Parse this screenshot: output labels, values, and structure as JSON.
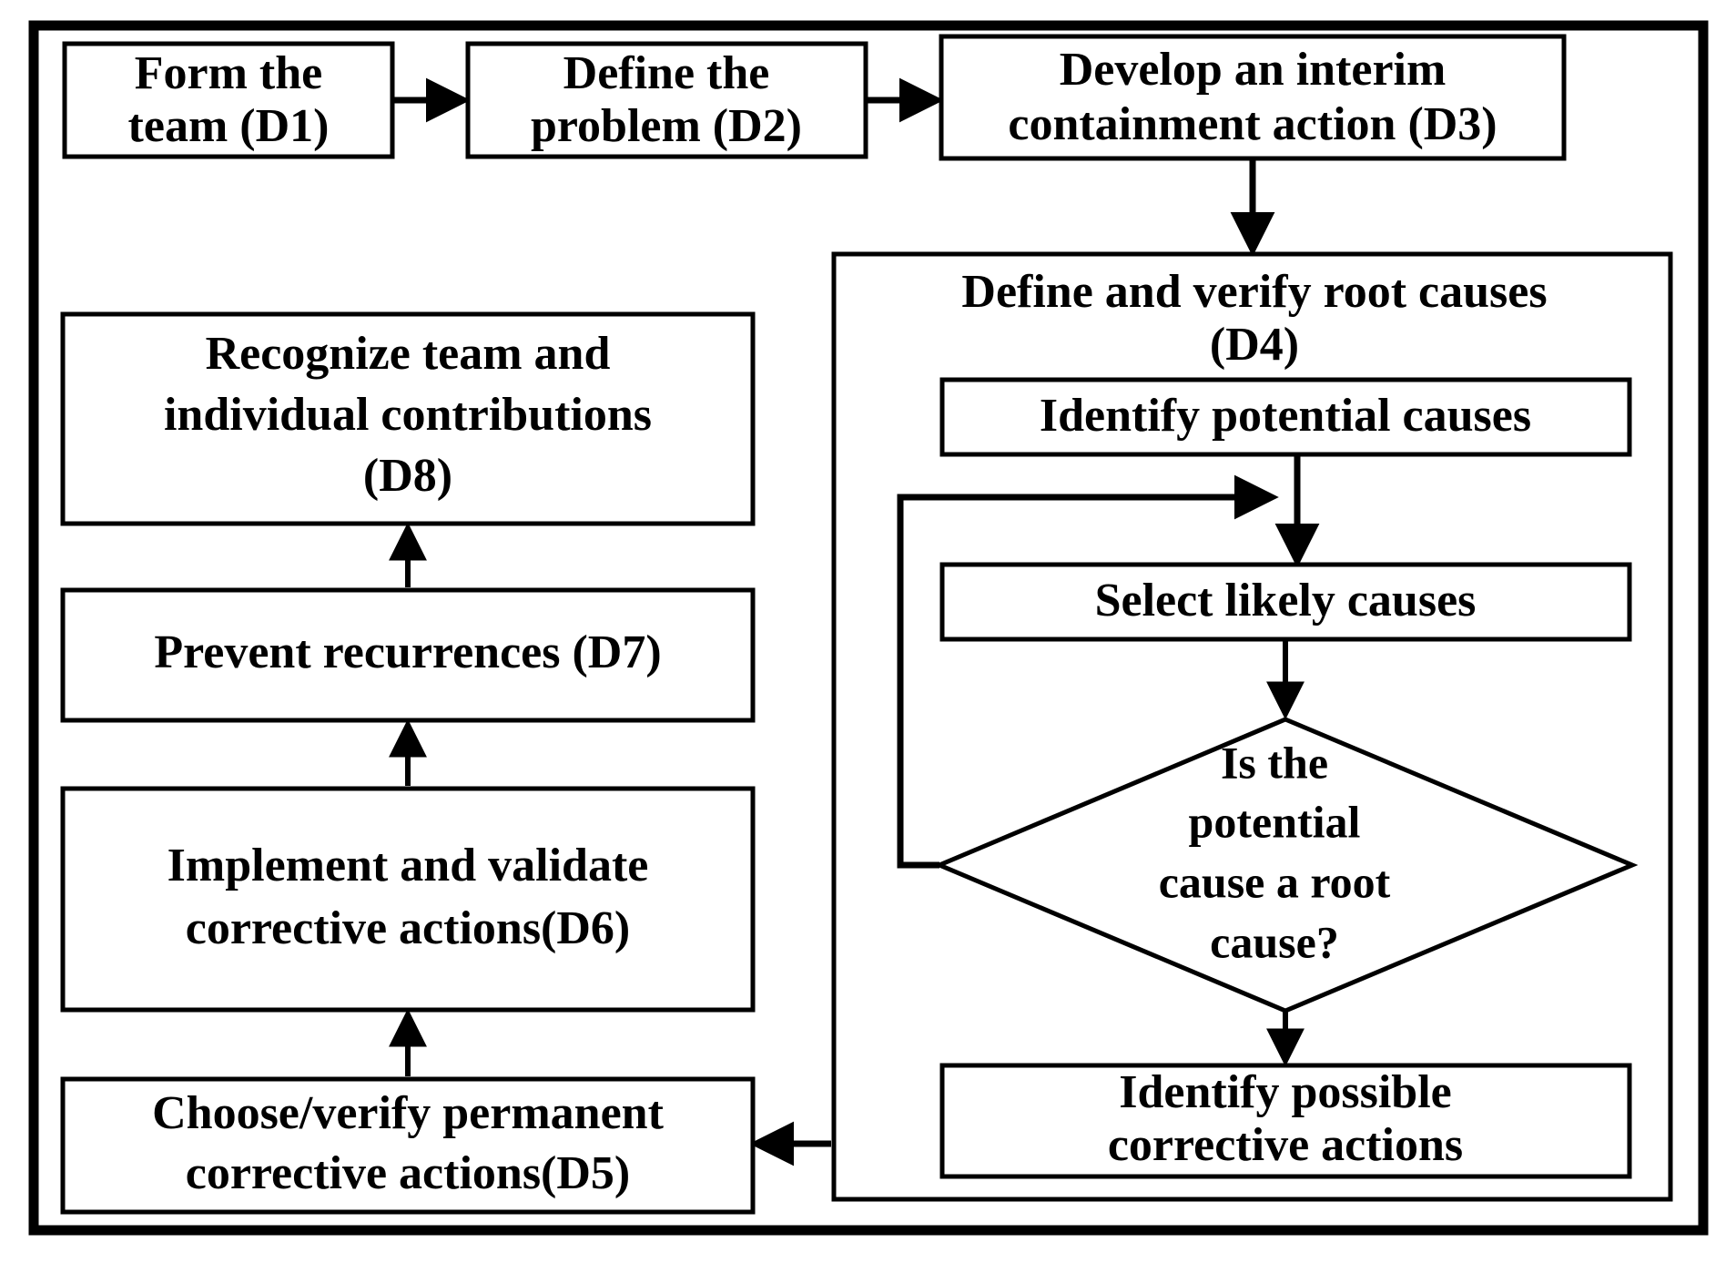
{
  "diagram": {
    "title": "8D Problem Solving Process Flowchart",
    "colors": {
      "background": "#ffffff",
      "stroke": "#000000",
      "node_fill": "#ffffff"
    },
    "nodes": {
      "d1": {
        "lines": [
          "Form the",
          "team (D1)"
        ]
      },
      "d2": {
        "lines": [
          "Define the",
          "problem (D2)"
        ]
      },
      "d3": {
        "lines": [
          "Develop an interim",
          "containment action (D3)"
        ]
      },
      "d4_group": {
        "lines": [
          "Define and verify root causes",
          "(D4)"
        ]
      },
      "identify_potential_causes": {
        "lines": [
          "Identify potential causes"
        ]
      },
      "select_likely_causes": {
        "lines": [
          "Select likely causes"
        ]
      },
      "decision_root_cause": {
        "lines": [
          "Is the",
          "potential",
          "cause a root",
          "cause?"
        ]
      },
      "identify_possible_corrective_actions": {
        "lines": [
          "Identify possible",
          "corrective actions"
        ]
      },
      "d5": {
        "lines": [
          "Choose/verify permanent",
          "corrective actions(D5)"
        ]
      },
      "d6": {
        "lines": [
          "Implement and validate",
          "corrective actions(D6)"
        ]
      },
      "d7": {
        "lines": [
          "Prevent recurrences (D7)"
        ]
      },
      "d8": {
        "lines": [
          "Recognize  team and",
          "individual contributions",
          "(D8)"
        ]
      }
    },
    "edges": [
      {
        "name": "d1-to-d2",
        "from": "d1",
        "to": "d2",
        "direction": "right"
      },
      {
        "name": "d2-to-d3",
        "from": "d2",
        "to": "d3",
        "direction": "right"
      },
      {
        "name": "d3-to-d4",
        "from": "d3",
        "to": "d4_group",
        "direction": "down"
      },
      {
        "name": "identify-to-select",
        "from": "identify_potential_causes",
        "to": "select_likely_causes",
        "direction": "down"
      },
      {
        "name": "select-to-decision",
        "from": "select_likely_causes",
        "to": "decision_root_cause",
        "direction": "down"
      },
      {
        "name": "decision-to-identify-corrective",
        "from": "decision_root_cause",
        "to": "identify_possible_corrective_actions",
        "direction": "down"
      },
      {
        "name": "decision-feedback-loop",
        "from": "decision_root_cause",
        "to": "select_likely_causes",
        "direction": "left-up-right"
      },
      {
        "name": "d4-to-d5",
        "from": "d4_group",
        "to": "d5",
        "direction": "left"
      },
      {
        "name": "d5-to-d6",
        "from": "d5",
        "to": "d6",
        "direction": "up"
      },
      {
        "name": "d6-to-d7",
        "from": "d6",
        "to": "d7",
        "direction": "up"
      },
      {
        "name": "d7-to-d8",
        "from": "d7",
        "to": "d8",
        "direction": "up"
      }
    ]
  }
}
